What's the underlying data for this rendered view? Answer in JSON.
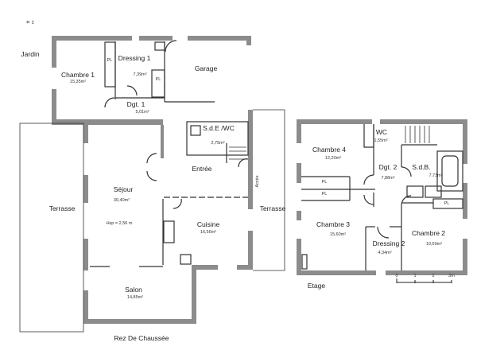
{
  "compass": "⊳ z",
  "ground_floor": {
    "title": "Rez De Chaussée",
    "outside": {
      "garden": "Jardin",
      "terrace_left": "Terrasse",
      "terrace_right": "Terrasse",
      "access": "Accès"
    },
    "rooms": [
      {
        "name": "Chambre 1",
        "area": "15,35m²"
      },
      {
        "name": "Dressing 1",
        "area": "7,39m²"
      },
      {
        "name": "Garage",
        "area": ""
      },
      {
        "name": "Dgt. 1",
        "area": "5,01m²"
      },
      {
        "name": "S.d.E /WC",
        "area": "2,75m²"
      },
      {
        "name": "Entrée",
        "area": ""
      },
      {
        "name": "Séjour",
        "area": "30,40m²"
      },
      {
        "name": "Cuisine",
        "area": "16,56m²"
      },
      {
        "name": "Salon",
        "area": "14,85m²"
      }
    ],
    "ceiling_height": "Hsp = 2,56 m",
    "closets": [
      "PL",
      "PL"
    ]
  },
  "upper_floor": {
    "title": "Etage",
    "rooms": [
      {
        "name": "Chambre 4",
        "area": "12,20m²"
      },
      {
        "name": "WC",
        "area": "1,55m²"
      },
      {
        "name": "Dgt. 2",
        "area": "7,88m²"
      },
      {
        "name": "S.d.B.",
        "area": "7,73m²"
      },
      {
        "name": "Chambre 3",
        "area": "15,60m²"
      },
      {
        "name": "Dressing 2",
        "area": "4,34m²"
      },
      {
        "name": "Chambre 2",
        "area": "10,69m²"
      }
    ],
    "closets": [
      "PL",
      "PL",
      "PL"
    ]
  },
  "scale_bar": {
    "ticks": [
      "0",
      "1",
      "2",
      "3m"
    ]
  },
  "colors": {
    "wall": "#8c8c8c",
    "line": "#333333"
  }
}
